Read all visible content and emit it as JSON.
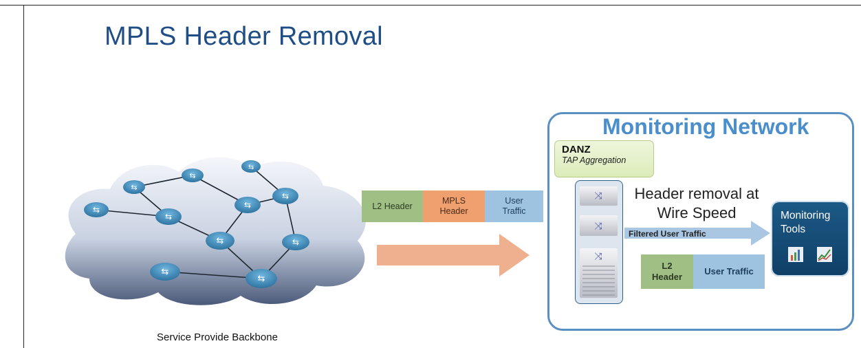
{
  "title": "MPLS Header Removal",
  "backbone": {
    "label": "Service Provide Backbone"
  },
  "packet_in": {
    "l2": "L2 Header",
    "mpls": "MPLS Header",
    "user": "User Traffic"
  },
  "monitoring": {
    "title": "Monitoring Network",
    "danz_name": "DANZ",
    "danz_sub": "TAP Aggregation",
    "header_removal": "Header removal at Wire Speed",
    "filtered_label": "Filtered User Traffic",
    "packet_out": {
      "l2": "L2 Header",
      "user": "User Traffic"
    },
    "tools_title": "Monitoring Tools"
  },
  "colors": {
    "title": "#1f4e86",
    "monitoring_border": "#5a8fc2",
    "l2_header": "#9fbf84",
    "mpls_header": "#f0a06f",
    "user_traffic": "#9ec3e0",
    "big_arrow": "#efb08f",
    "tools_bg": "#1c5a86"
  },
  "icons": [
    "router-icon",
    "switch-icon",
    "bar-chart-icon",
    "line-chart-icon"
  ]
}
